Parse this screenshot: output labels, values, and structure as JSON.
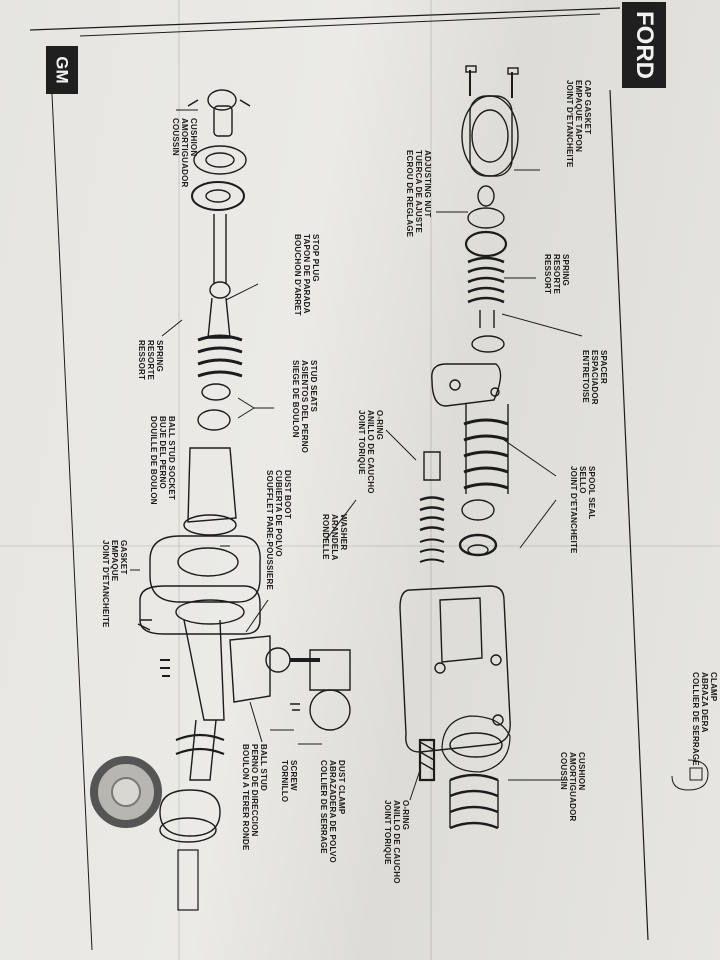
{
  "brands": {
    "ford": "FORD",
    "gm": "GM"
  },
  "ford_labels": {
    "cap_gasket": [
      "CAP GASKET",
      "EMPAQUE TAPON",
      "JOINT D'ETANCHEITE"
    ],
    "spring": [
      "SPRING",
      "RESORTE",
      "RESSORT"
    ],
    "spacer": [
      "SPACER",
      "ESPACIADOR",
      "ENTRETOISE"
    ],
    "spool_seal": [
      "SPOOL SEAL",
      "SELLO",
      "JOINT D'ETANCHEITE"
    ],
    "cushion": [
      "CUSHION",
      "AMORTIGUADOR",
      "COUSSIN"
    ],
    "o_ring_right": [
      "O-RING",
      "ANILLO DE CAUCHO",
      "JOINT TORIQUE"
    ],
    "o_ring_center": [
      "O-RING",
      "ANILLO DE CAUCHO",
      "JOINT TORIQUE"
    ],
    "washer": [
      "WASHER",
      "ARANDELA",
      "RONDELLE"
    ],
    "dust_clamp": [
      "DUST CLAMP",
      "ABRAZADERA DE POLVO",
      "COLLIER DE SERRAGE"
    ],
    "screw": [
      "SCREW",
      "TORNILLO"
    ],
    "ball_stud": [
      "BALL STUD",
      "PERNO DE DIRECCION",
      "BOULON A TERER RONDE"
    ]
  },
  "gm_labels": {
    "cushion": [
      "CUSHION",
      "AMORTIGUADOR",
      "COUSSIN"
    ],
    "adjusting_nut": [
      "ADJUSTING NUT",
      "TUERCA DE AJUSTE",
      "ECROU DE REGLAGE"
    ],
    "stop_plug": [
      "STOP PLUG",
      "TAPON DE PARADA",
      "BOUCHON D'ARRET"
    ],
    "spring": [
      "SPRING",
      "RESORTE",
      "RESSORT"
    ],
    "stud_seats": [
      "STUD SEATS",
      "ASIENTOS DEL PERNO",
      "SIEGE DE BOULON"
    ],
    "ball_stud_socket": [
      "BALL STUD SOCKET",
      "BUJE DEL PERNO",
      "DOUILLE DE BOULON"
    ],
    "dust_boot": [
      "DUST BOOT",
      "CUBIERTA DE POLVO",
      "SOUFFLET PARE-POUSSIERE"
    ],
    "gasket": [
      "GASKET",
      "EMPAQUE",
      "JOINT D'ETANCHEITE"
    ],
    "clamp": [
      "CLAMP",
      "ABRAZA DERA",
      "COLLIER DE SERRAGE"
    ]
  },
  "colors": {
    "ink": "#1c1c1c",
    "paper": "#e8e7e2",
    "tab": "#1f1f1f"
  }
}
